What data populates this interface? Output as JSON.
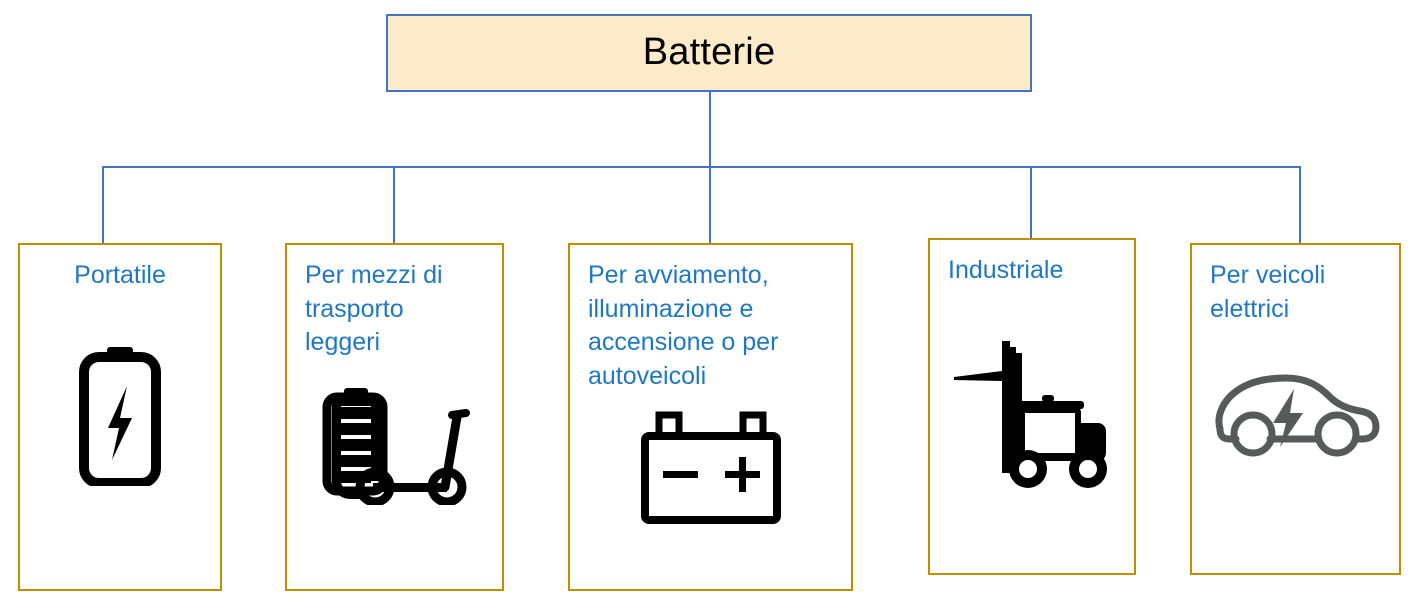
{
  "diagram": {
    "type": "hierarchy-tree",
    "title": "Batterie",
    "root": {
      "label": "Batterie",
      "fill_color": "#FCEBC8",
      "border_color": "#4472C4",
      "text_color": "#000000"
    },
    "connector_color": "#4472C4",
    "leaf_border_color": "#BF8F00",
    "leaf_text_color": "#1F78C1",
    "children": [
      {
        "label": "Portatile",
        "icon": "battery-bolt-icon",
        "icon_color": "#000000"
      },
      {
        "label": "Per mezzi di\ntrasporto\nleggeri",
        "icon": "battery-scooter-icon",
        "icon_color": "#000000"
      },
      {
        "label": "Per avviamento,\nilluminazione e\naccensione o per\nautoveicoli",
        "icon": "car-battery-terminals-icon",
        "icon_color": "#000000"
      },
      {
        "label": "Industriale",
        "icon": "forklift-icon",
        "icon_color": "#000000"
      },
      {
        "label": "Per veicoli\nelettrici",
        "icon": "electric-car-icon",
        "icon_color": "#58595B"
      }
    ]
  }
}
